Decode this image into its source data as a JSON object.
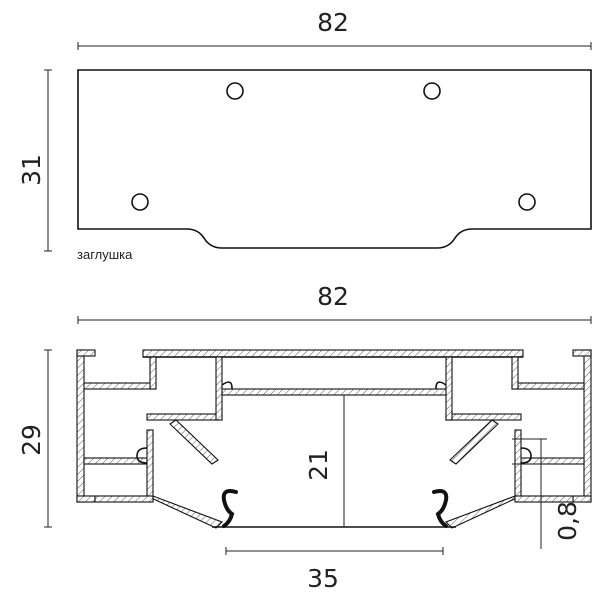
{
  "domain": "Diagram",
  "colors": {
    "line": "#111111",
    "background": "#ffffff"
  },
  "top_view": {
    "width_dim": "82",
    "height_dim": "31",
    "caption": "заглушка"
  },
  "profile_view": {
    "width_dim": "82",
    "height_dim": "29",
    "inner_height_dim": "21",
    "opening_dim": "35",
    "wall_dim": "0,8"
  }
}
